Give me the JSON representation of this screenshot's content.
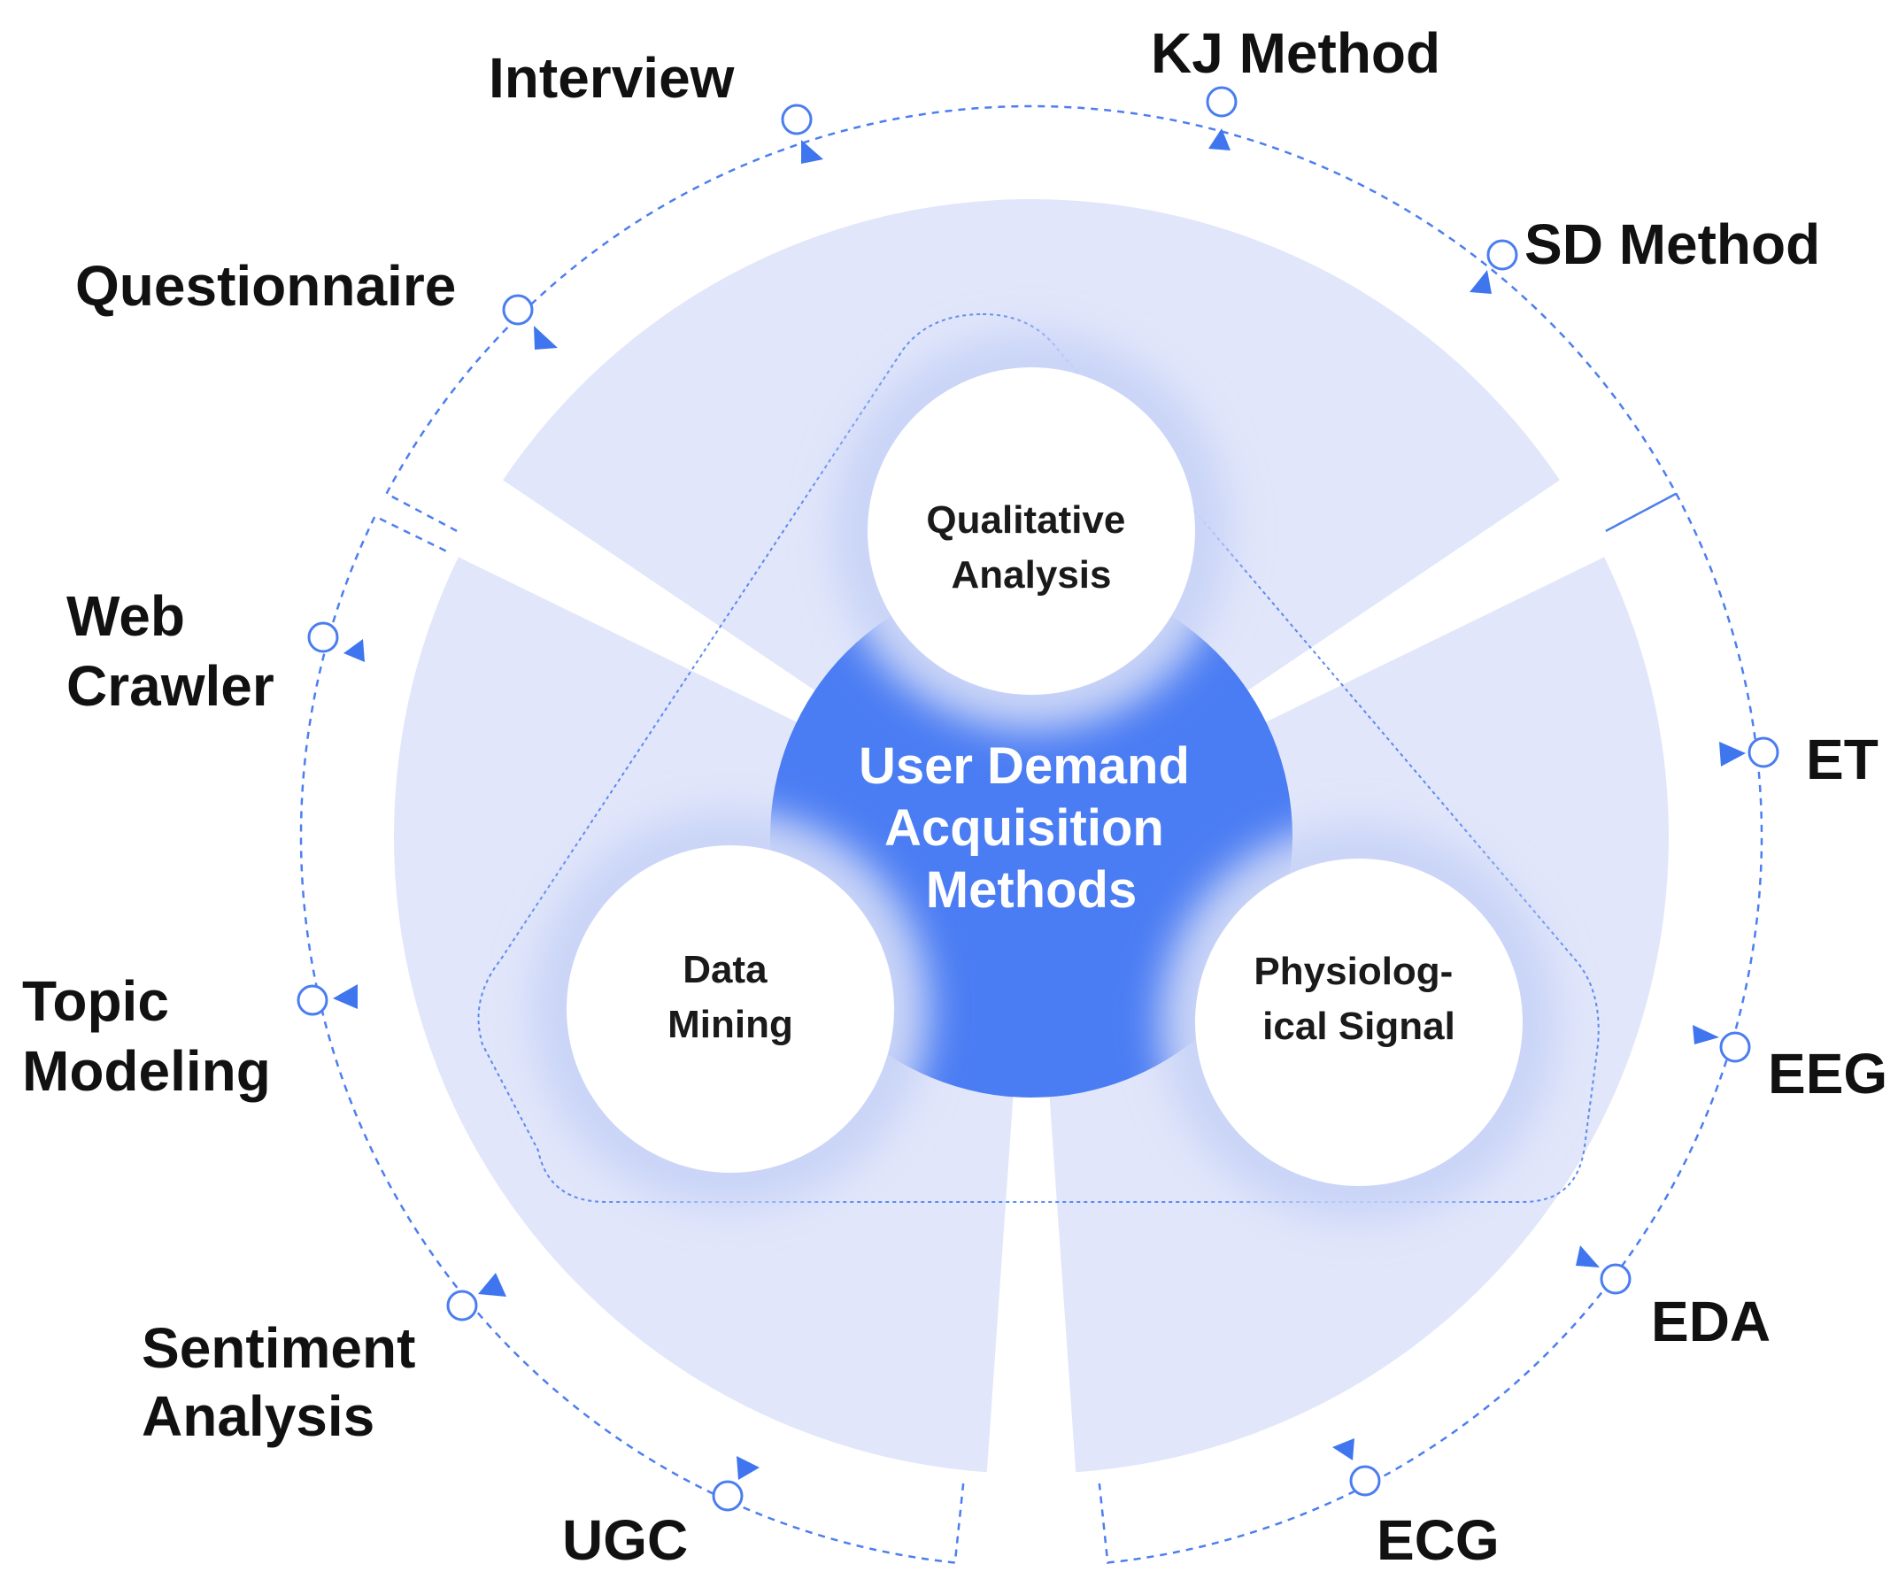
{
  "center": {
    "title_lines": [
      "User Demand",
      "Acquisition",
      "Methods"
    ],
    "color": "#4a7cf3"
  },
  "categories": [
    {
      "id": "qualitative",
      "label_lines": [
        "Qualitative",
        "Analysis"
      ],
      "methods": [
        {
          "name": "questionnaire",
          "lines": [
            "Questionnaire"
          ]
        },
        {
          "name": "interview",
          "lines": [
            "Interview"
          ]
        },
        {
          "name": "kj-method",
          "lines": [
            "KJ Method"
          ]
        },
        {
          "name": "sd-method",
          "lines": [
            "SD Method"
          ]
        }
      ]
    },
    {
      "id": "physiological",
      "label_lines": [
        "Physiolog-",
        "ical Signal"
      ],
      "methods": [
        {
          "name": "et",
          "lines": [
            "ET"
          ]
        },
        {
          "name": "eeg",
          "lines": [
            "EEG"
          ]
        },
        {
          "name": "eda",
          "lines": [
            "EDA"
          ]
        },
        {
          "name": "ecg",
          "lines": [
            "ECG"
          ]
        }
      ]
    },
    {
      "id": "data-mining",
      "label_lines": [
        "Data",
        "Mining"
      ],
      "methods": [
        {
          "name": "web-crawler",
          "lines": [
            "Web",
            "Crawler"
          ]
        },
        {
          "name": "topic-modeling",
          "lines": [
            "Topic",
            "Modeling"
          ]
        },
        {
          "name": "sentiment-analysis",
          "lines": [
            "Sentiment",
            "Analysis"
          ]
        },
        {
          "name": "ugc",
          "lines": [
            "UGC"
          ]
        }
      ]
    }
  ],
  "colors": {
    "accent": "#4a7cf3",
    "sector_fill": "#e1e6fa",
    "dashed_line": "#4d7ef0"
  }
}
